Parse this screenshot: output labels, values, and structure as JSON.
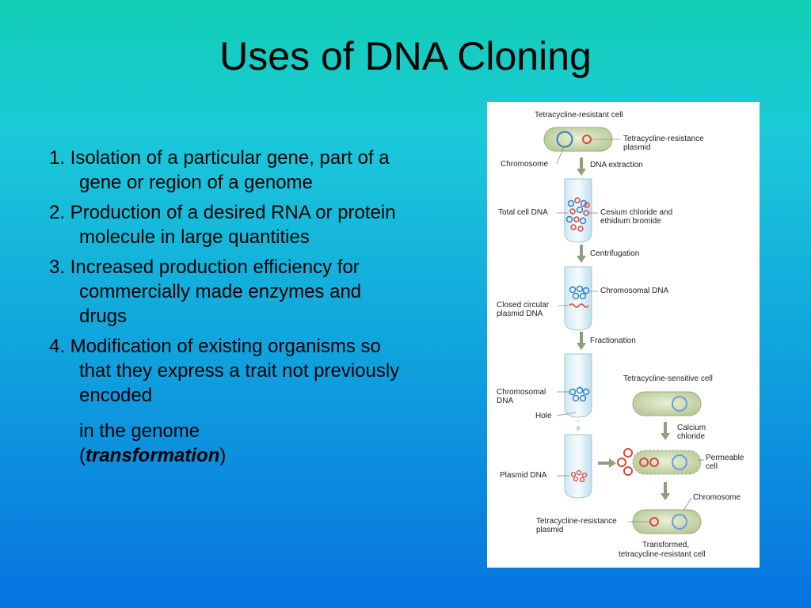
{
  "title": "Uses of DNA Cloning",
  "bullets": [
    "1. Isolation of a particular gene, part of a gene or region of a genome",
    "2. Production of a desired RNA or protein molecule in large quantities",
    "3. Increased production efficiency for commercially made enzymes and drugs",
    "4. Modification of existing organisms so that they express a trait not previously encoded"
  ],
  "bullet4_cont_prefix": "in the genome",
  "bullet4_open": "(",
  "bullet4_emphasis": "transformation",
  "bullet4_close": ")",
  "figure": {
    "tet_resistant_cell": "Tetracycline-resistant cell",
    "tet_resistance_plasmid_1": "Tetracycline-resistance",
    "tet_resistance_plasmid_2": "plasmid",
    "chromosome": "Chromosome",
    "dna_extraction": "DNA extraction",
    "total_cell_dna": "Total cell DNA",
    "cesium_1": "Cesium chloride and",
    "cesium_2": "ethidium bromide",
    "centrifugation": "Centrifugation",
    "chromosomal_dna": "Chromosomal DNA",
    "closed_circular_1": "Closed circular",
    "closed_circular_2": "plasmid DNA",
    "fractionation": "Fractionation",
    "chromosomal_1": "Chromosomal",
    "chromosomal_2": "DNA",
    "hole": "Hole",
    "tet_sensitive_cell": "Tetracycline-sensitive cell",
    "calcium_1": "Calcium",
    "calcium_2": "chloride",
    "plasmid_dna": "Plasmid DNA",
    "permeable_1": "Permeable",
    "permeable_2": "cell",
    "chromosome_2": "Chromosome",
    "tet_resistance_plasmid_b1": "Tetracycline-resistance",
    "tet_resistance_plasmid_b2": "plasmid",
    "transformed_1": "Transformed,",
    "transformed_2": "tetracycline-resistant cell"
  },
  "colors": {
    "plasmid": "#e0433a",
    "chromosome": "#2f7fc8",
    "cell_fill": "#cfdcb0",
    "arrow": "#8da07a"
  }
}
